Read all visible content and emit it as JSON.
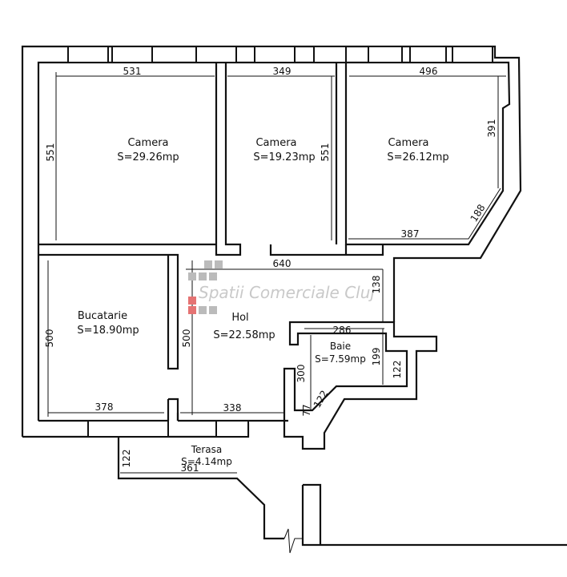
{
  "watermark": "Spatii Comerciale Cluj",
  "rooms": [
    {
      "name": "Camera",
      "area": "S=29.26mp"
    },
    {
      "name": "Camera",
      "area": "S=19.23mp"
    },
    {
      "name": "Camera",
      "area": "S=26.12mp"
    },
    {
      "name": "Bucatarie",
      "area": "S=18.90mp"
    },
    {
      "name": "Hol",
      "area": "S=22.58mp"
    },
    {
      "name": "Baie",
      "area": "S=7.59mp"
    },
    {
      "name": "Terasa",
      "area": "S=4.14mp"
    }
  ],
  "dimensions": {
    "camera1_width": "531",
    "camera2_width": "349",
    "camera3_width": "496",
    "camera1_height": "551",
    "camera2_height": "551",
    "camera3_height": "391",
    "camera3_diag": "188",
    "camera3_bottom": "387",
    "hol_width": "640",
    "hol_right": "138",
    "bucatarie_height": "500",
    "hol_height": "500",
    "baie_width": "286",
    "baie_height": "199",
    "baie_right": "122",
    "baie_left": "300",
    "baie_diag": "122",
    "baie_small": "77",
    "bucatarie_width": "378",
    "hol_bottom": "338",
    "terasa_height": "122",
    "terasa_width": "361"
  }
}
